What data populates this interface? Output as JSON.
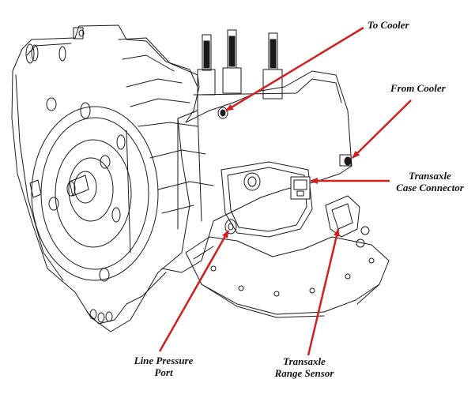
{
  "figure": {
    "subject": "Automatic transaxle assembly (line drawing)",
    "accent_color": "#d11f1f",
    "callouts": [
      {
        "id": "to-cooler",
        "lines": [
          "To Cooler"
        ]
      },
      {
        "id": "from-cooler",
        "lines": [
          "From Cooler"
        ]
      },
      {
        "id": "case-connector",
        "lines": [
          "Transaxle",
          "Case Connector"
        ]
      },
      {
        "id": "line-pressure",
        "lines": [
          "Line Pressure",
          "Port"
        ]
      },
      {
        "id": "range-sensor",
        "lines": [
          "Transaxle",
          "Range Sensor"
        ]
      }
    ]
  }
}
